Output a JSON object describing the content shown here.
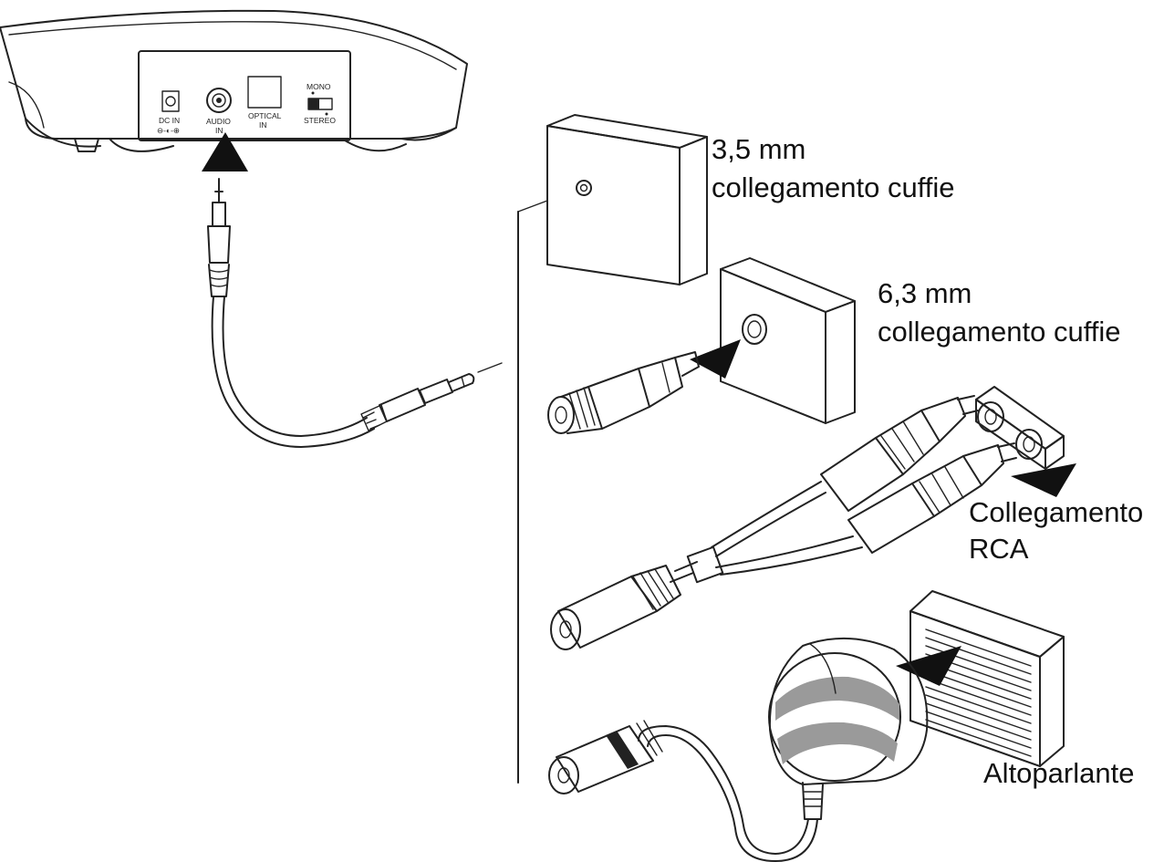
{
  "device": {
    "dc_in": "DC IN",
    "dc_polarity": "⊖-◐-⊕",
    "audio_in_1": "AUDIO",
    "audio_in_2": "IN",
    "optical_1": "OPTICAL",
    "optical_2": "IN",
    "mono": "MONO",
    "stereo": "STEREO"
  },
  "labels": {
    "jack35_line1": "3,5 mm",
    "jack35_line2": "collegamento cuffie",
    "jack63_line1": "6,3 mm",
    "jack63_line2": "collegamento cuffie",
    "rca_line1": "Collegamento",
    "rca_line2": "RCA",
    "speaker": "Altoparlante"
  },
  "colors": {
    "ink": "#222222",
    "arrow": "#111111",
    "grey_fill": "#9a9a9a",
    "paper": "#ffffff"
  }
}
